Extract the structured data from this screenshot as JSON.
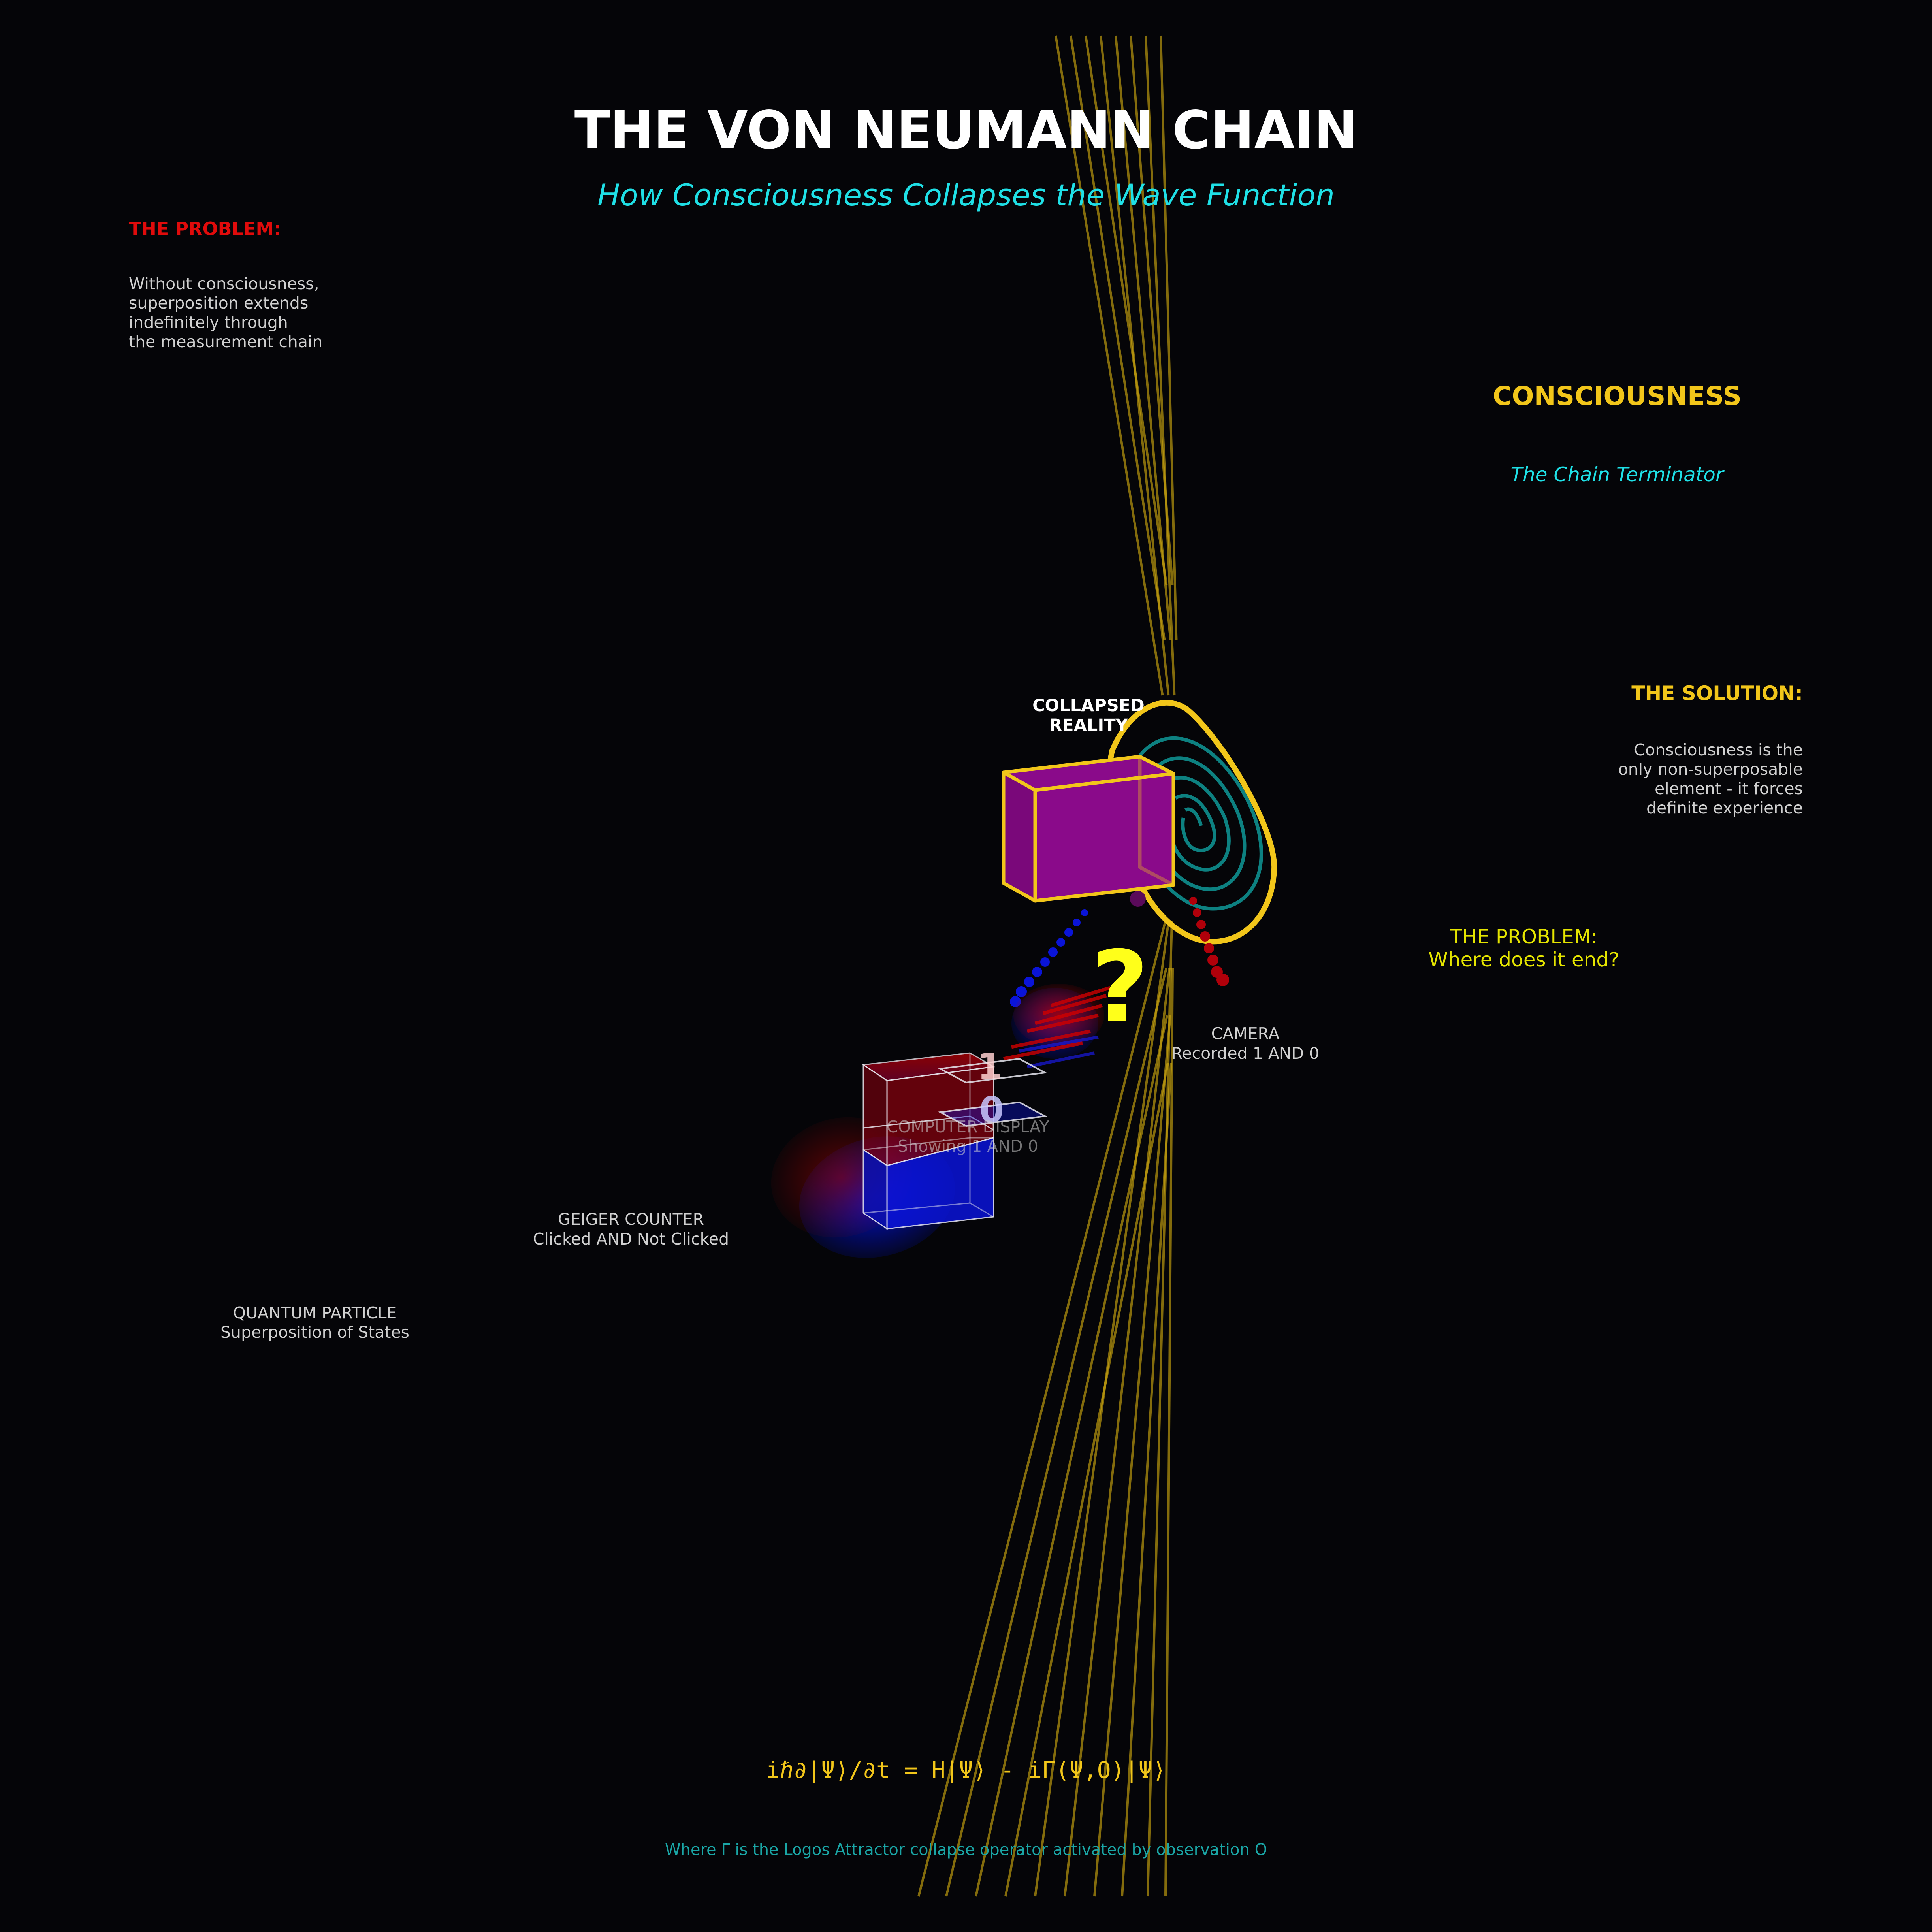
{
  "title": "THE VON NEUMANN CHAIN",
  "subtitle": "How Consciousness Collapses the Wave Function",
  "problem_left": {
    "heading": "THE PROBLEM:",
    "lines": [
      "Without consciousness,",
      "superposition extends",
      "indefinitely through",
      "the measurement chain"
    ]
  },
  "consciousness": {
    "label": "CONSCIOUSNESS",
    "sublabel": "The Chain Terminator"
  },
  "solution": {
    "heading": "THE SOLUTION:",
    "lines": [
      "Consciousness is the",
      "only non-superposable",
      "element - it forces",
      "definite experience"
    ]
  },
  "problem_right": {
    "lines": [
      "THE PROBLEM:",
      "Where does it end?"
    ]
  },
  "collapsed_reality": [
    "COLLAPSED",
    "REALITY"
  ],
  "question_mark": "?",
  "camera": [
    "CAMERA",
    "Recorded 1 AND 0"
  ],
  "display": {
    "digit_one": "1",
    "digit_zero": "0",
    "lines": [
      "COMPUTER DISPLAY",
      "Showing 1 AND 0"
    ]
  },
  "geiger": [
    "GEIGER COUNTER",
    "Clicked AND Not Clicked"
  ],
  "particle": [
    "QUANTUM PARTICLE",
    "Superposition of States"
  ],
  "equation": "iℏ∂|Ψ⟩/∂t = H|Ψ⟩ - iΓ(Ψ,O)|Ψ⟩",
  "footnote": "Where Γ is the Logos Attractor collapse operator activated by observation O",
  "colors": {
    "background": "#050508",
    "gold": "#f2c61a",
    "cyan": "#1fe0e6",
    "red": "#e00b0b",
    "purple": "#8a0a8a",
    "blue": "#0a14d8",
    "teal": "#0e8f8f",
    "yellow": "#ffff1a"
  }
}
